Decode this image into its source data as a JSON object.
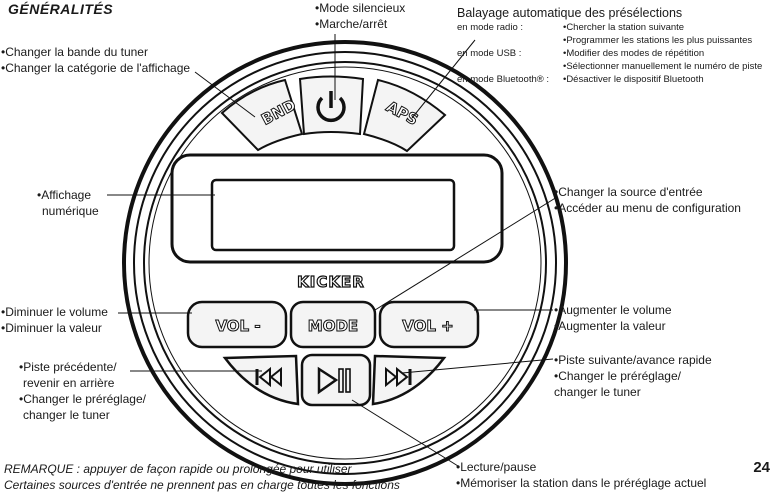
{
  "header": {
    "title": "GÉNÉRALITÉS",
    "page_number": "24"
  },
  "callouts": {
    "power": [
      "•Mode silencieux",
      "•Marche/arrêt"
    ],
    "band": [
      "•Changer la bande du tuner",
      "•Changer la catégorie de l'affichage"
    ],
    "display": [
      "•Affichage",
      "numérique"
    ],
    "mode": [
      "•Changer la source d'entrée",
      "•Accéder au menu de configuration"
    ],
    "vol_down": [
      "•Diminuer le volume",
      "•Diminuer la valeur"
    ],
    "vol_up": [
      "•Augmenter le volume",
      "•Augmenter la valeur"
    ],
    "prev": [
      "•Piste précédente/",
      "revenir en arrière",
      "•Changer le préréglage/",
      "changer le tuner"
    ],
    "next": [
      "•Piste suivante/avance rapide",
      "•Changer le préréglage/",
      "changer le tuner"
    ],
    "play": [
      "•Lecture/pause",
      "•Mémoriser la station dans le préréglage actuel"
    ]
  },
  "aps": {
    "title": "Balayage automatique des présélections",
    "rows": [
      {
        "mode": "en mode radio :",
        "action": "•Chercher la station suivante"
      },
      {
        "mode": "",
        "action": "•Programmer les stations les plus puissantes"
      },
      {
        "mode": "en mode USB :",
        "action": "•Modifier des modes de répétition"
      },
      {
        "mode": "",
        "action": "•Sélectionner manuellement le numéro de piste"
      },
      {
        "mode": "en mode Bluetooth® :",
        "action": "•Désactiver le dispositif Bluetooth"
      }
    ]
  },
  "device": {
    "brand": "KICKER",
    "buttons": {
      "band": "BND",
      "aps": "APS",
      "vol_down": "VOL -",
      "mode": "MODE",
      "vol_up": "VOL +"
    }
  },
  "remark": [
    "REMARQUE : appuyer de façon rapide ou prolongée pour utiliser",
    "Certaines sources d'entrée ne prennent pas en charge toutes les fonctions"
  ]
}
